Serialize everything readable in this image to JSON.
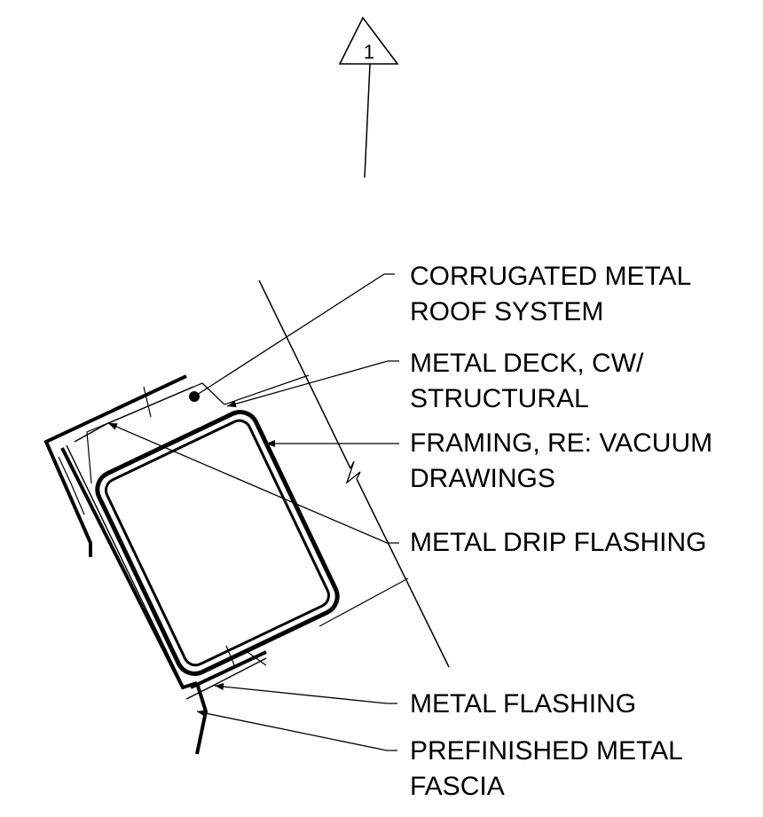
{
  "section_tag": "1",
  "labels": {
    "roof_system": [
      "CORRUGATED METAL",
      "ROOF SYSTEM"
    ],
    "metal_deck": [
      "METAL DECK, CW/",
      "STRUCTURAL"
    ],
    "framing": [
      "FRAMING, RE: VACUUM",
      "DRAWINGS"
    ],
    "drip_flashing": [
      "METAL DRIP FLASHING"
    ],
    "metal_flashing": [
      "METAL FLASHING"
    ],
    "fascia": [
      "PREFINISHED METAL",
      "FASCIA"
    ]
  }
}
